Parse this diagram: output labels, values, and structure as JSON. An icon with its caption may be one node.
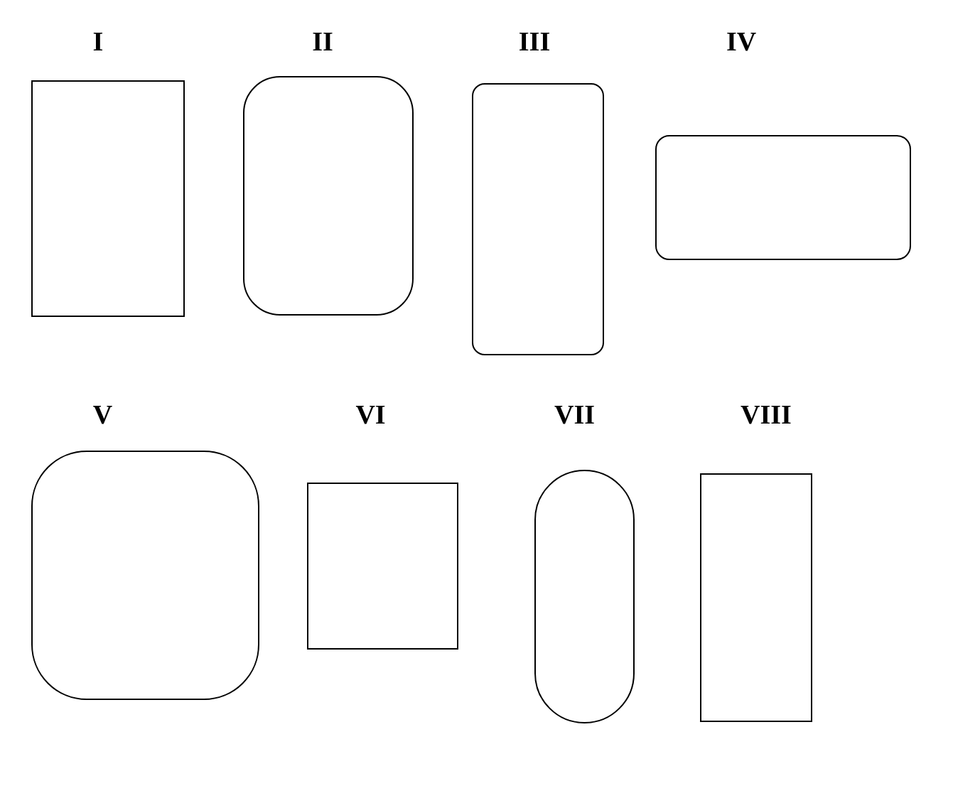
{
  "diagram": {
    "nodes": [
      {
        "text": [
          "I"
        ]
      },
      {
        "text": [
          "II"
        ]
      },
      {
        "text": [
          "III"
        ]
      },
      {
        "text": [
          "IV"
        ]
      },
      {
        "text": [
          "V"
        ]
      },
      {
        "text": [
          "VI"
        ]
      },
      {
        "text": [
          "VII"
        ]
      },
      {
        "text": [
          "VIII"
        ]
      }
    ]
  }
}
